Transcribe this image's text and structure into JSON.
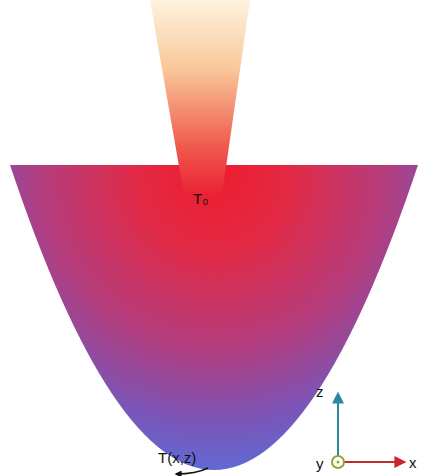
{
  "diagram": {
    "labels": [
      "T₀",
      "T(x,z)",
      "z",
      "y",
      "x"
    ]
  }
}
